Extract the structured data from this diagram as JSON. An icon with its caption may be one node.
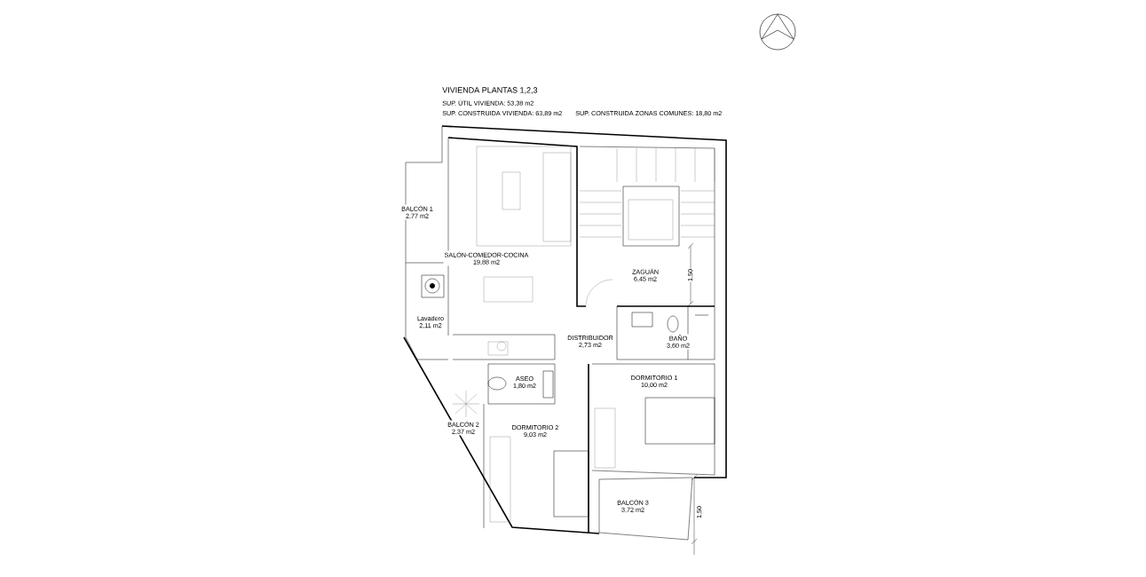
{
  "diagram": {
    "title": "VIVIENDA PLANTAS 1,2,3",
    "nodes": [
      {
        "text": [
          "BALCÓN 1",
          "2,77 m2"
        ]
      },
      {
        "text": [
          "SALÓN-COMEDOR-COCINA",
          "19,88 m2"
        ]
      },
      {
        "text": [
          "ZAGUÁN",
          "6,45 m2"
        ]
      },
      {
        "text": [
          "Lavadero",
          "2,11 m2"
        ]
      },
      {
        "text": [
          "DISTRIBUIDOR",
          "2,73 m2"
        ]
      },
      {
        "text": [
          "BAÑO",
          "3,60 m2"
        ]
      },
      {
        "text": [
          "ASEO",
          "1,80 m2"
        ]
      },
      {
        "text": [
          "DORMITORIO 1",
          "10,00 m2"
        ]
      },
      {
        "text": [
          "BALCÓN 2",
          "2,37 m2"
        ]
      },
      {
        "text": [
          "DORMITORIO 2",
          "9,03 m2"
        ]
      },
      {
        "text": [
          "BALCÓN 3",
          "3,72 m2"
        ]
      }
    ],
    "labels": [
      "SUP. ÚTIL VIVIENDA: 53,38 m2",
      "SUP. CONSTRUIDA VIVIENDA: 63,89 m2",
      "SUP. CONSTRUIDA ZONAS COMUNES: 18,80 m2",
      "1,50",
      "1,50"
    ]
  }
}
